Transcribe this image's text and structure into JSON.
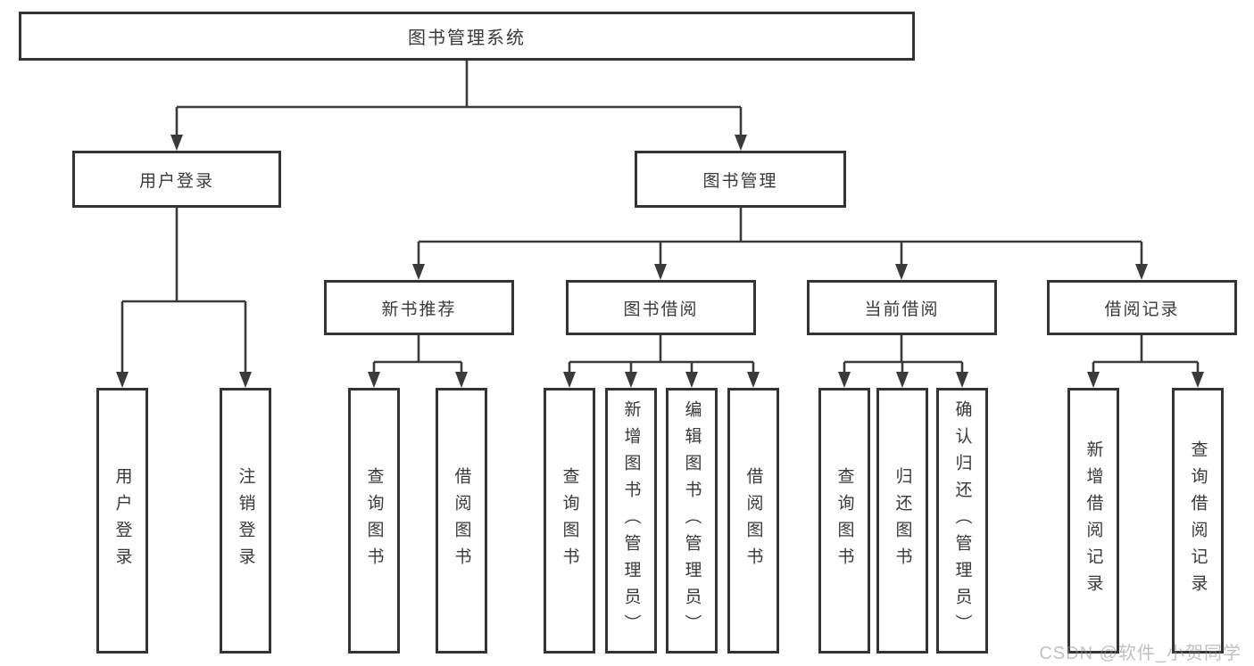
{
  "nodes": {
    "root": "图书管理系统",
    "user_login": "用户登录",
    "book_management": "图书管理",
    "new_book_recommend": "新书推荐",
    "book_borrow": "图书借阅",
    "current_borrow": "当前借阅",
    "borrow_records": "借阅记录",
    "leaf_user_login": "用户登录",
    "leaf_logout": "注销登录",
    "nb_query_books": "查询图书",
    "nb_borrow_books": "借阅图书",
    "bb_query_books": "查询图书",
    "bb_add_books": "新增图书（管理员）",
    "bb_edit_books": "编辑图书（管理员）",
    "bb_borrow_books": "借阅图书",
    "cb_query_books": "查询图书",
    "cb_return_books": "归还图书",
    "cb_confirm_return": "确认归还（管理员）",
    "br_add_record": "新增借阅记录",
    "br_query_record": "查询借阅记录"
  },
  "watermark": "CSDN @软件_小贺同学",
  "colors": {
    "line": "#3a3a3a",
    "border": "#333333",
    "text": "#3a3a3a",
    "background": "#ffffff"
  }
}
